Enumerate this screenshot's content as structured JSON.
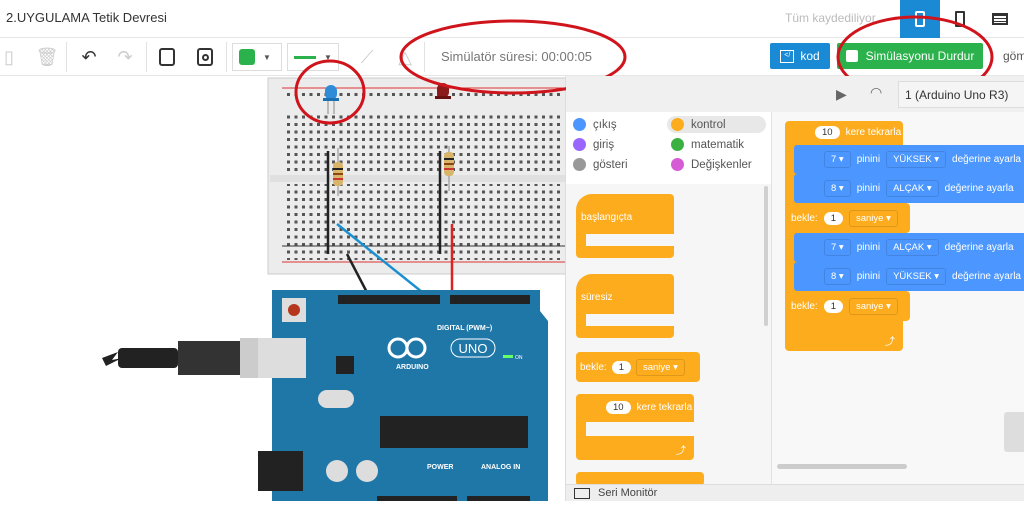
{
  "header": {
    "title": "2.UYGULAMA Tetik Devresi",
    "save_status": "Tüm kaydediliyor"
  },
  "toolbar": {
    "sim_time_label": "Simülatör süresi: 00:00:05",
    "code_label": "kod",
    "stop_label": "Simülasyonu Durdur",
    "truncated_label": "göm",
    "color_value": "#2bb24c"
  },
  "code_panel": {
    "board_select": "1 (Arduino Uno R3)",
    "categories": [
      {
        "label": "çıkış",
        "color": "#4c97ff"
      },
      {
        "label": "kontrol",
        "color": "#fdac1d"
      },
      {
        "label": "giriş",
        "color": "#9966ff"
      },
      {
        "label": "matematik",
        "color": "#3cb043"
      },
      {
        "label": "gösteri",
        "color": "#999999"
      },
      {
        "label": "Değişkenler",
        "color": "#d65cd6"
      }
    ],
    "palette": {
      "on_start": "başlangıçta",
      "forever": "süresiz",
      "wait_label": "bekle:",
      "wait_value": "1",
      "wait_unit": "saniye",
      "repeat_value": "10",
      "repeat_label": "kere tekrarla"
    },
    "script": {
      "repeat_value": "10",
      "repeat_label": "kere tekrarla",
      "rows": [
        {
          "type": "pin",
          "pin": "7",
          "pin_word": "pinini",
          "state": "YÜKSEK",
          "suffix": "değerine ayarla"
        },
        {
          "type": "pin",
          "pin": "8",
          "pin_word": "pinini",
          "state": "ALÇAK",
          "suffix": "değerine ayarla"
        },
        {
          "type": "wait",
          "label": "bekle:",
          "value": "1",
          "unit": "saniye"
        },
        {
          "type": "pin",
          "pin": "7",
          "pin_word": "pinini",
          "state": "ALÇAK",
          "suffix": "değerine ayarla"
        },
        {
          "type": "pin",
          "pin": "8",
          "pin_word": "pinini",
          "state": "YÜKSEK",
          "suffix": "değerine ayarla"
        },
        {
          "type": "wait",
          "label": "bekle:",
          "value": "1",
          "unit": "saniye"
        }
      ]
    },
    "serial_monitor": "Seri Monitör"
  },
  "circuit": {
    "board_brand": "ARDUINO",
    "board_model": "UNO",
    "digital_label": "DIGITAL (PWM~)",
    "power_label": "POWER",
    "analog_label": "ANALOG IN",
    "on_label": "ON",
    "led1_color": "#2e8bd8",
    "led2_color": "#8b1a1a"
  }
}
